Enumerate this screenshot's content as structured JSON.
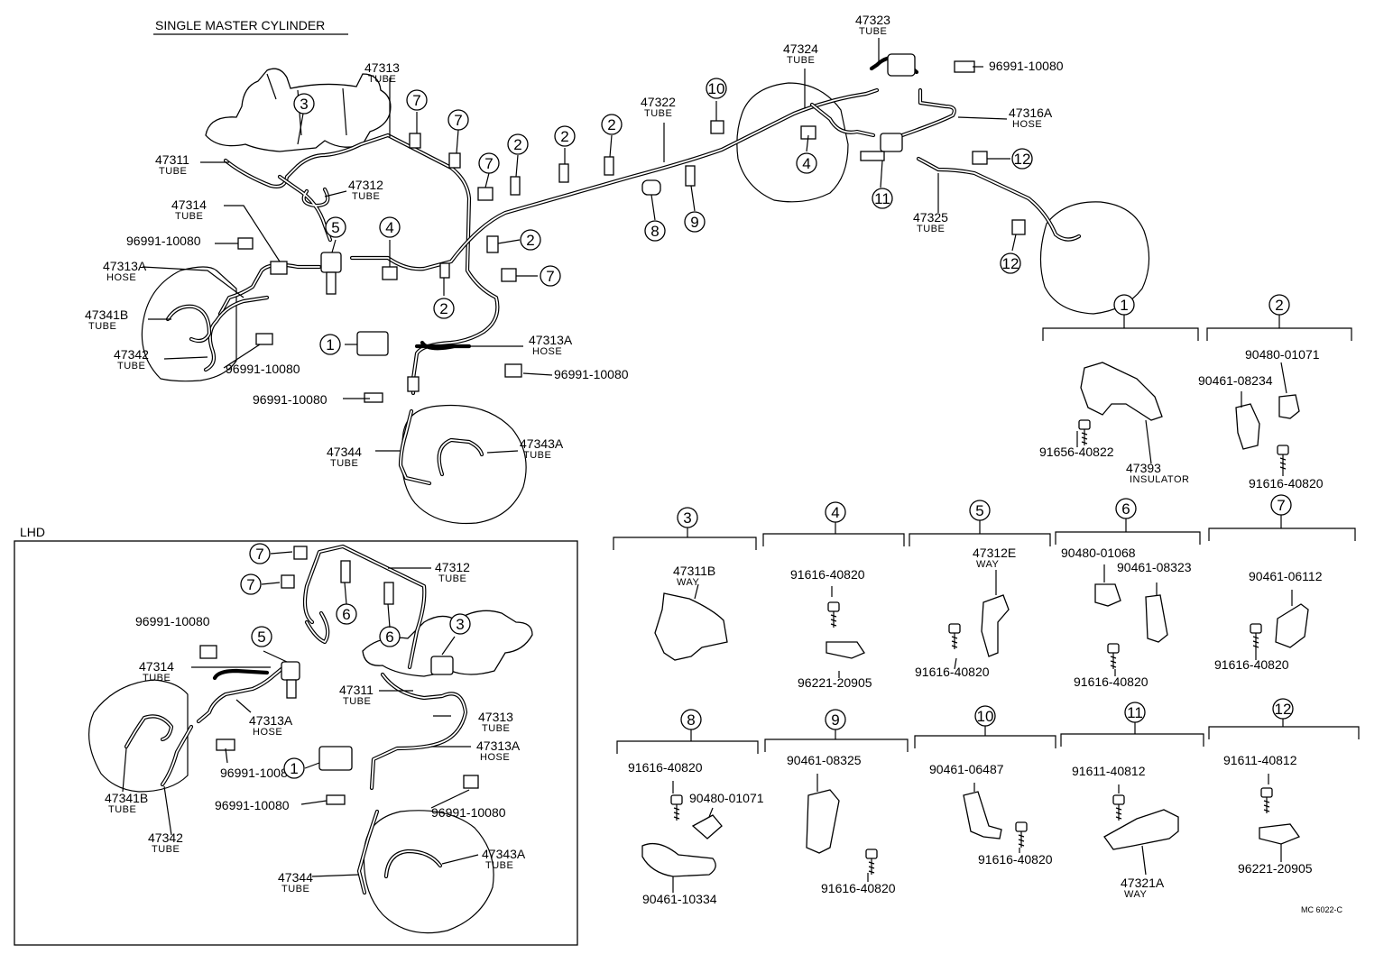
{
  "header": {
    "title": "SINGLE MASTER CYLINDER",
    "lhd_label": "LHD",
    "figure_code": "MC 6022-C"
  },
  "main_labels": [
    {
      "id": "m47313",
      "pn": "47313",
      "sub": "TUBE"
    },
    {
      "id": "m47311",
      "pn": "47311",
      "sub": "TUBE"
    },
    {
      "id": "m47312",
      "pn": "47312",
      "sub": "TUBE"
    },
    {
      "id": "m47314",
      "pn": "47314",
      "sub": "TUBE"
    },
    {
      "id": "m96991a",
      "pn": "96991-10080",
      "sub": ""
    },
    {
      "id": "m47313Aa",
      "pn": "47313A",
      "sub": "HOSE"
    },
    {
      "id": "m47341B",
      "pn": "47341B",
      "sub": "TUBE"
    },
    {
      "id": "m47342",
      "pn": "47342",
      "sub": "TUBE"
    },
    {
      "id": "m96991b",
      "pn": "96991-10080",
      "sub": ""
    },
    {
      "id": "m47313Ab",
      "pn": "47313A",
      "sub": "HOSE"
    },
    {
      "id": "m96991c",
      "pn": "96991-10080",
      "sub": ""
    },
    {
      "id": "m96991d",
      "pn": "96991-10080",
      "sub": ""
    },
    {
      "id": "m47344",
      "pn": "47344",
      "sub": "TUBE"
    },
    {
      "id": "m47343A",
      "pn": "47343A",
      "sub": "TUBE"
    },
    {
      "id": "m47322",
      "pn": "47322",
      "sub": "TUBE"
    },
    {
      "id": "m47324",
      "pn": "47324",
      "sub": "TUBE"
    },
    {
      "id": "m47323",
      "pn": "47323",
      "sub": "TUBE"
    },
    {
      "id": "m96991e",
      "pn": "96991-10080",
      "sub": ""
    },
    {
      "id": "m47316A",
      "pn": "47316A",
      "sub": "HOSE"
    },
    {
      "id": "m47325",
      "pn": "47325",
      "sub": "TUBE"
    }
  ],
  "lhd_labels": [
    {
      "id": "l47312",
      "pn": "47312",
      "sub": "TUBE"
    },
    {
      "id": "l96991a",
      "pn": "96991-10080",
      "sub": ""
    },
    {
      "id": "l47314",
      "pn": "47314",
      "sub": "TUBE"
    },
    {
      "id": "l47311",
      "pn": "47311",
      "sub": "TUBE"
    },
    {
      "id": "l47313",
      "pn": "47313",
      "sub": "TUBE"
    },
    {
      "id": "l47313Aa",
      "pn": "47313A",
      "sub": "HOSE"
    },
    {
      "id": "l47313Ab",
      "pn": "47313A",
      "sub": "HOSE"
    },
    {
      "id": "l96991b",
      "pn": "96991-10080",
      "sub": ""
    },
    {
      "id": "l96991c",
      "pn": "96991-10080",
      "sub": ""
    },
    {
      "id": "l96991d",
      "pn": "96991-10080",
      "sub": ""
    },
    {
      "id": "l47341B",
      "pn": "47341B",
      "sub": "TUBE"
    },
    {
      "id": "l47342",
      "pn": "47342",
      "sub": "TUBE"
    },
    {
      "id": "l47344",
      "pn": "47344",
      "sub": "TUBE"
    },
    {
      "id": "l47343A",
      "pn": "47343A",
      "sub": "TUBE"
    }
  ],
  "callouts_main": [
    "3",
    "7",
    "7",
    "10",
    "2",
    "2",
    "7",
    "2",
    "4",
    "5",
    "4",
    "8",
    "9",
    "11",
    "12",
    "12",
    "2",
    "2",
    "7",
    "1"
  ],
  "callouts_lhd": [
    "7",
    "7",
    "6",
    "6",
    "3",
    "5",
    "1"
  ],
  "details": [
    {
      "n": "1",
      "parts": [
        {
          "pn": "91656-40822",
          "sub": ""
        },
        {
          "pn": "47393",
          "sub": "INSULATOR"
        }
      ]
    },
    {
      "n": "2",
      "parts": [
        {
          "pn": "90480-01071",
          "sub": ""
        },
        {
          "pn": "90461-08234",
          "sub": ""
        },
        {
          "pn": "91616-40820",
          "sub": ""
        }
      ]
    },
    {
      "n": "3",
      "parts": [
        {
          "pn": "47311B",
          "sub": "WAY"
        }
      ]
    },
    {
      "n": "4",
      "parts": [
        {
          "pn": "91616-40820",
          "sub": ""
        },
        {
          "pn": "96221-20905",
          "sub": ""
        }
      ]
    },
    {
      "n": "5",
      "parts": [
        {
          "pn": "47312E",
          "sub": "WAY"
        },
        {
          "pn": "91616-40820",
          "sub": ""
        }
      ]
    },
    {
      "n": "6",
      "parts": [
        {
          "pn": "90480-01068",
          "sub": ""
        },
        {
          "pn": "90461-08323",
          "sub": ""
        },
        {
          "pn": "91616-40820",
          "sub": ""
        }
      ]
    },
    {
      "n": "7",
      "parts": [
        {
          "pn": "90461-06112",
          "sub": ""
        },
        {
          "pn": "91616-40820",
          "sub": ""
        }
      ]
    },
    {
      "n": "8",
      "parts": [
        {
          "pn": "91616-40820",
          "sub": ""
        },
        {
          "pn": "90480-01071",
          "sub": ""
        },
        {
          "pn": "90461-10334",
          "sub": ""
        }
      ]
    },
    {
      "n": "9",
      "parts": [
        {
          "pn": "90461-08325",
          "sub": ""
        },
        {
          "pn": "91616-40820",
          "sub": ""
        }
      ]
    },
    {
      "n": "10",
      "parts": [
        {
          "pn": "90461-06487",
          "sub": ""
        },
        {
          "pn": "91616-40820",
          "sub": ""
        }
      ]
    },
    {
      "n": "11",
      "parts": [
        {
          "pn": "91611-40812",
          "sub": ""
        },
        {
          "pn": "47321A",
          "sub": "WAY"
        }
      ]
    },
    {
      "n": "12",
      "parts": [
        {
          "pn": "91611-40812",
          "sub": ""
        },
        {
          "pn": "96221-20905",
          "sub": ""
        }
      ]
    }
  ]
}
